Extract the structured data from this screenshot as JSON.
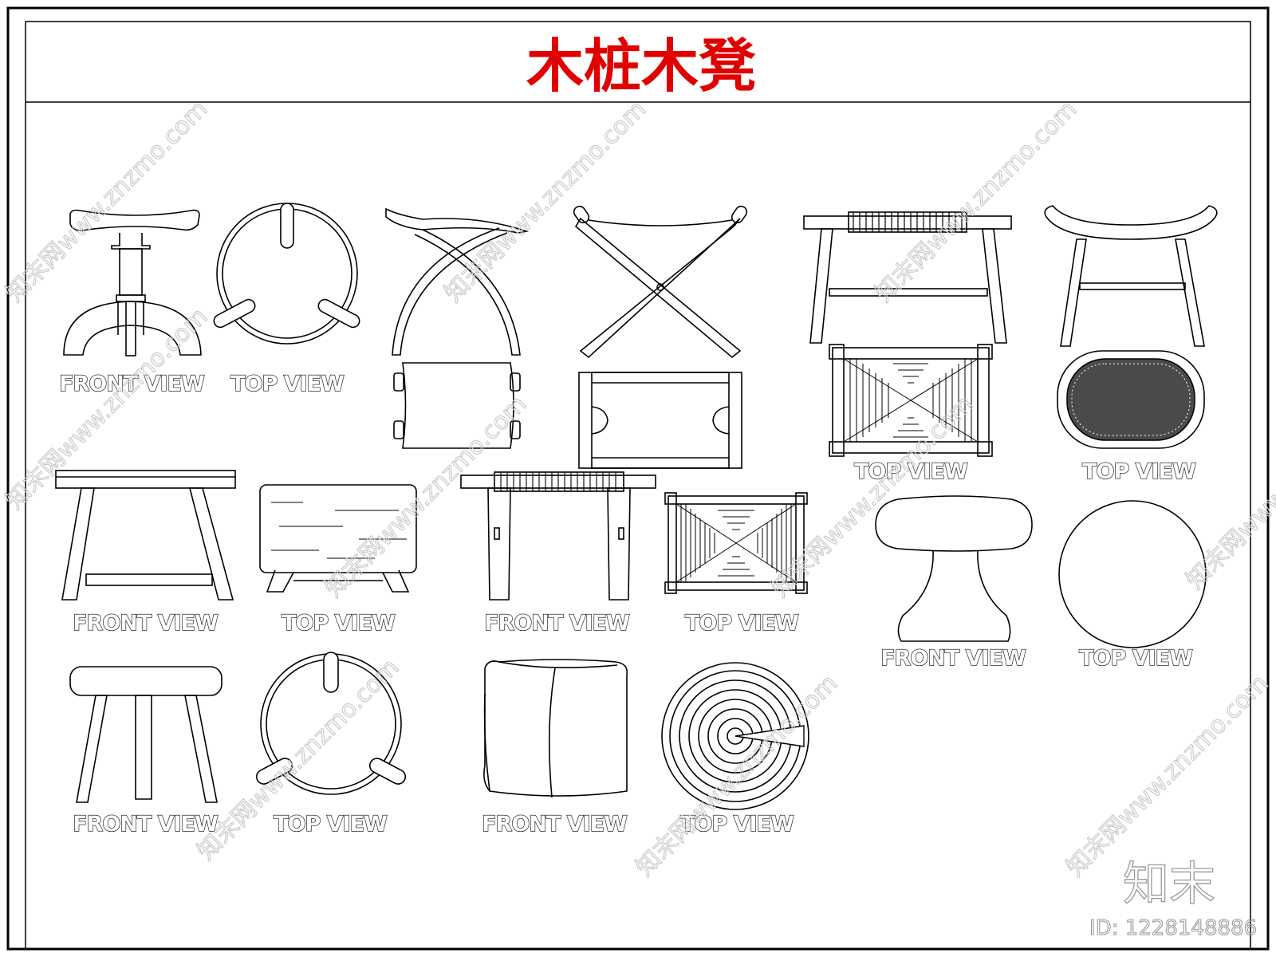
{
  "title": "木桩木凳",
  "labels": {
    "front_view": "FRONT VIEW",
    "top_view": "TOP VIEW"
  },
  "watermark": {
    "text": "知末网www.znzmo.com",
    "brand": "知末",
    "id": "ID: 1228148886"
  },
  "colors": {
    "title": "#e00000",
    "lines": "#000000",
    "watermark": "#c8c8c8"
  }
}
